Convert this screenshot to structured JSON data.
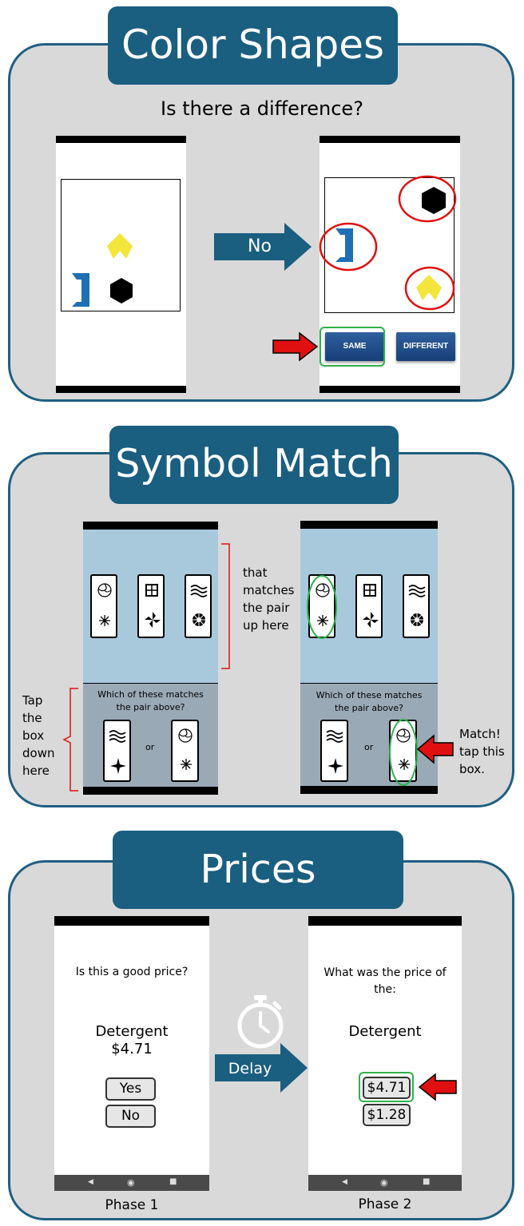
{
  "color_shapes": {
    "title": "Color Shapes",
    "question": "Is there a difference?",
    "arrow_label": "No",
    "same_button": "SAME",
    "different_button": "DIFFERENT",
    "colors": {
      "accent": "#1a5e80",
      "yellow": "#f4e53a",
      "blue": "#1f6fb5",
      "red": "#e01010",
      "green": "#2fb04a"
    }
  },
  "symbol_match": {
    "title": "Symbol Match",
    "annotation_top": [
      "that",
      "matches",
      "the pair",
      "up here"
    ],
    "annotation_left": [
      "Tap",
      "the",
      "box",
      "down",
      "here"
    ],
    "annotation_right": [
      "Match!",
      "tap this",
      "box."
    ],
    "prompt": [
      "Which of these matches",
      "the pair above?"
    ],
    "or_label": "or"
  },
  "prices": {
    "title": "Prices",
    "phase1": {
      "question": "Is this a good price?",
      "item": "Detergent",
      "price": "$4.71",
      "yes": "Yes",
      "no": "No",
      "caption": "Phase 1"
    },
    "delay_label": "Delay",
    "phase2": {
      "question": [
        "What was the price of",
        "the:"
      ],
      "item": "Detergent",
      "option1": "$4.71",
      "option2": "$1.28",
      "caption": "Phase 2"
    }
  }
}
